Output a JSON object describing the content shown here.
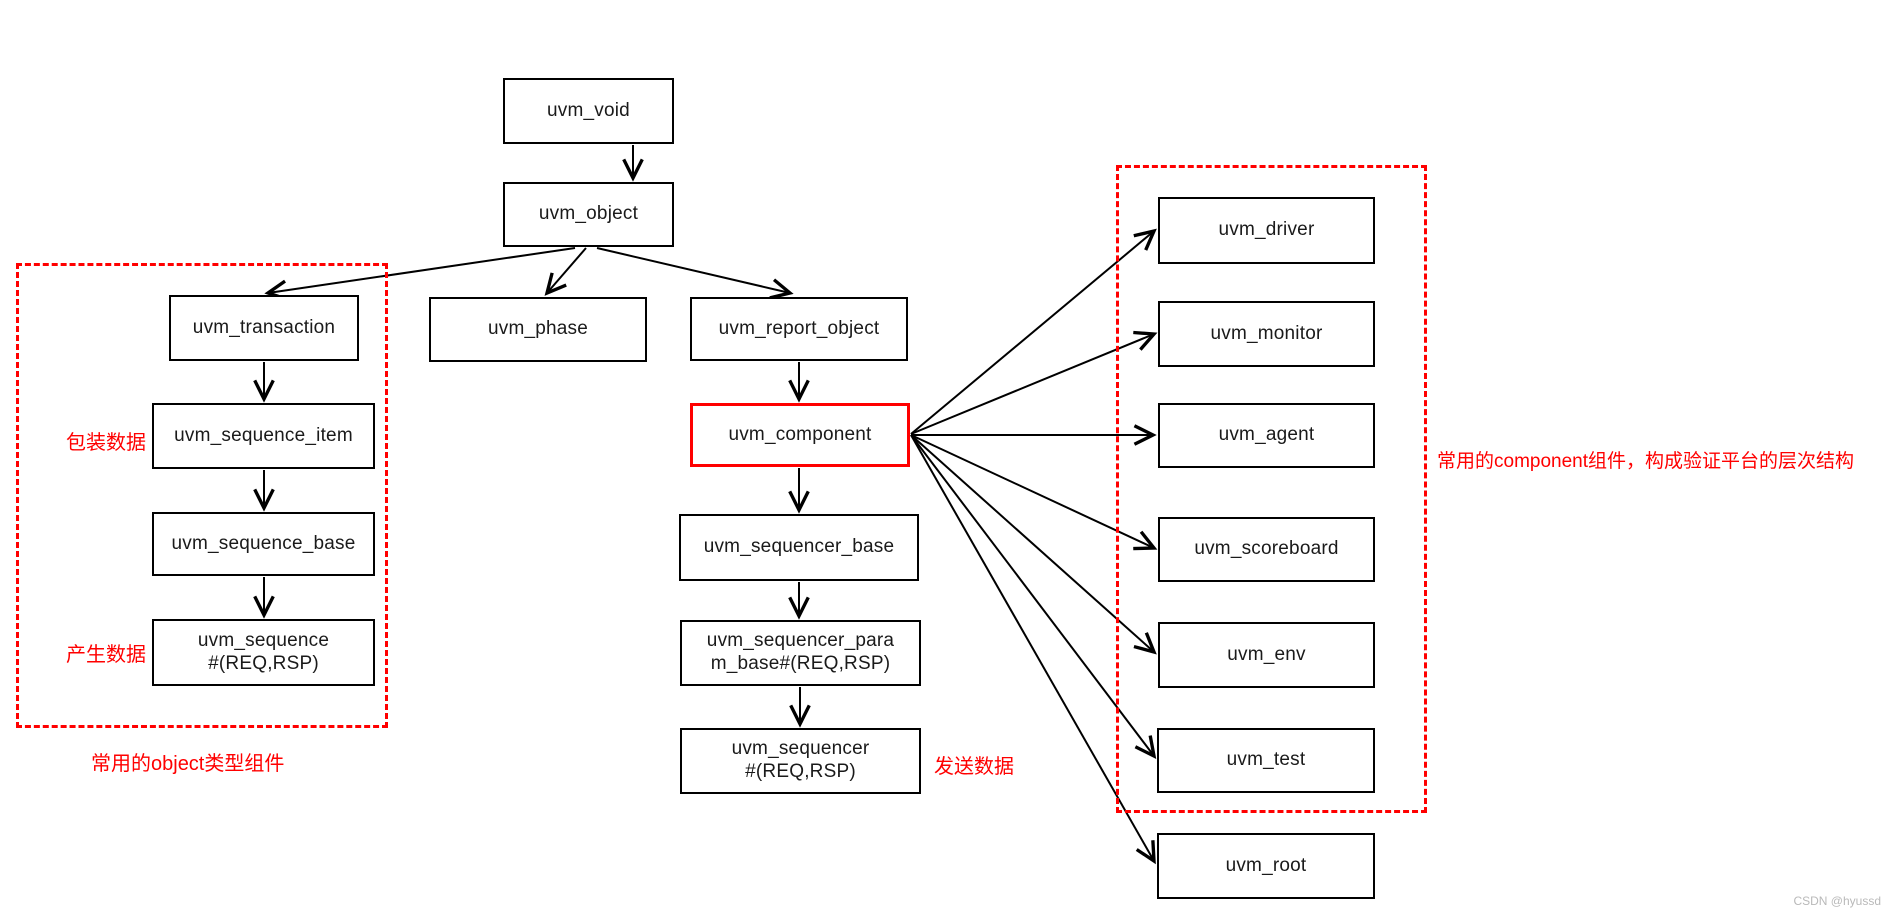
{
  "diagram": {
    "nodes": [
      {
        "id": "uvm_void",
        "lines": [
          "uvm_void"
        ]
      },
      {
        "id": "uvm_object",
        "lines": [
          "uvm_object"
        ]
      },
      {
        "id": "uvm_transaction",
        "lines": [
          "uvm_transaction"
        ]
      },
      {
        "id": "uvm_phase",
        "lines": [
          "uvm_phase"
        ]
      },
      {
        "id": "uvm_report_object",
        "lines": [
          "uvm_report_object"
        ]
      },
      {
        "id": "uvm_sequence_item",
        "lines": [
          "uvm_sequence_item"
        ]
      },
      {
        "id": "uvm_sequence_base",
        "lines": [
          "uvm_sequence_base"
        ]
      },
      {
        "id": "uvm_sequence",
        "lines": [
          "uvm_sequence",
          "#(REQ,RSP)"
        ]
      },
      {
        "id": "uvm_component",
        "lines": [
          "uvm_component"
        ],
        "highlight": true
      },
      {
        "id": "uvm_sequencer_base",
        "lines": [
          "uvm_sequencer_base"
        ]
      },
      {
        "id": "uvm_sequencer_param_base",
        "lines": [
          "uvm_sequencer_para",
          "m_base#(REQ,RSP)"
        ]
      },
      {
        "id": "uvm_sequencer",
        "lines": [
          "uvm_sequencer",
          "#(REQ,RSP)"
        ]
      },
      {
        "id": "uvm_driver",
        "lines": [
          "uvm_driver"
        ]
      },
      {
        "id": "uvm_monitor",
        "lines": [
          "uvm_monitor"
        ]
      },
      {
        "id": "uvm_agent",
        "lines": [
          "uvm_agent"
        ]
      },
      {
        "id": "uvm_scoreboard",
        "lines": [
          "uvm_scoreboard"
        ]
      },
      {
        "id": "uvm_env",
        "lines": [
          "uvm_env"
        ]
      },
      {
        "id": "uvm_test",
        "lines": [
          "uvm_test"
        ]
      },
      {
        "id": "uvm_root",
        "lines": [
          "uvm_root"
        ]
      }
    ],
    "edges": [
      {
        "from": "uvm_void",
        "to": "uvm_object"
      },
      {
        "from": "uvm_object",
        "to": "uvm_transaction"
      },
      {
        "from": "uvm_object",
        "to": "uvm_phase"
      },
      {
        "from": "uvm_object",
        "to": "uvm_report_object"
      },
      {
        "from": "uvm_transaction",
        "to": "uvm_sequence_item"
      },
      {
        "from": "uvm_sequence_item",
        "to": "uvm_sequence_base"
      },
      {
        "from": "uvm_sequence_base",
        "to": "uvm_sequence"
      },
      {
        "from": "uvm_report_object",
        "to": "uvm_component"
      },
      {
        "from": "uvm_component",
        "to": "uvm_sequencer_base"
      },
      {
        "from": "uvm_sequencer_base",
        "to": "uvm_sequencer_param_base"
      },
      {
        "from": "uvm_sequencer_param_base",
        "to": "uvm_sequencer"
      },
      {
        "from": "uvm_component",
        "to": "uvm_driver"
      },
      {
        "from": "uvm_component",
        "to": "uvm_monitor"
      },
      {
        "from": "uvm_component",
        "to": "uvm_agent"
      },
      {
        "from": "uvm_component",
        "to": "uvm_scoreboard"
      },
      {
        "from": "uvm_component",
        "to": "uvm_env"
      },
      {
        "from": "uvm_component",
        "to": "uvm_test"
      },
      {
        "from": "uvm_component",
        "to": "uvm_root"
      }
    ]
  },
  "annotations": {
    "wrap_data": "包装数据",
    "produce_data": "产生数据",
    "send_data": "发送数据",
    "object_group_caption": "常用的object类型组件",
    "component_group_caption": "常用的component组件，构成验证平台的层次结构"
  },
  "watermark": "CSDN @hyussd",
  "colors": {
    "accent_red": "#ff0000",
    "line_black": "#000000",
    "watermark_gray": "#b9b9b9"
  }
}
